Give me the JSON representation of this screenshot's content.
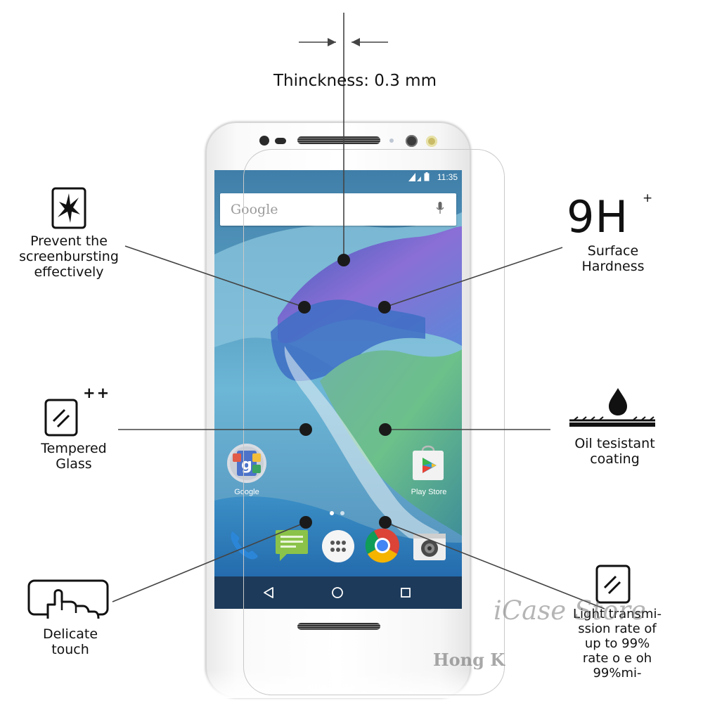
{
  "top_label": "Thinckness: 0.3 mm",
  "features": {
    "prevent": [
      "Prevent the",
      "screenbursting",
      "effectively"
    ],
    "tempered": [
      "Tempered",
      "Glass"
    ],
    "touch": [
      "Delicate",
      "touch"
    ],
    "hardness_big": "9H",
    "hardness_plus": "+",
    "hardness": [
      "Surface",
      "Hardness"
    ],
    "oil": [
      "Oil tesistant",
      "coating"
    ],
    "light": [
      "Light transmi-",
      "ssion rate of",
      "up to 99%",
      "rate o e oh",
      "99%mi-"
    ]
  },
  "tempered_plus": "++",
  "phone": {
    "status_time": "11:35",
    "search_logo": "Google",
    "apps": [
      {
        "label": "Google",
        "icon": "google-folder-icon"
      },
      {
        "label": "Play Store",
        "icon": "play-store-icon"
      }
    ],
    "dock": [
      "phone-icon",
      "messages-icon",
      "app-drawer-icon",
      "chrome-icon",
      "camera-icon"
    ],
    "nav": [
      "back-icon",
      "home-icon",
      "recents-icon"
    ]
  },
  "watermark": {
    "store": "iCase Store",
    "city": "Hong K"
  },
  "colors": {
    "line": "#444444",
    "dot": "#1a1a1a",
    "navbar": "#1d3a5a"
  }
}
